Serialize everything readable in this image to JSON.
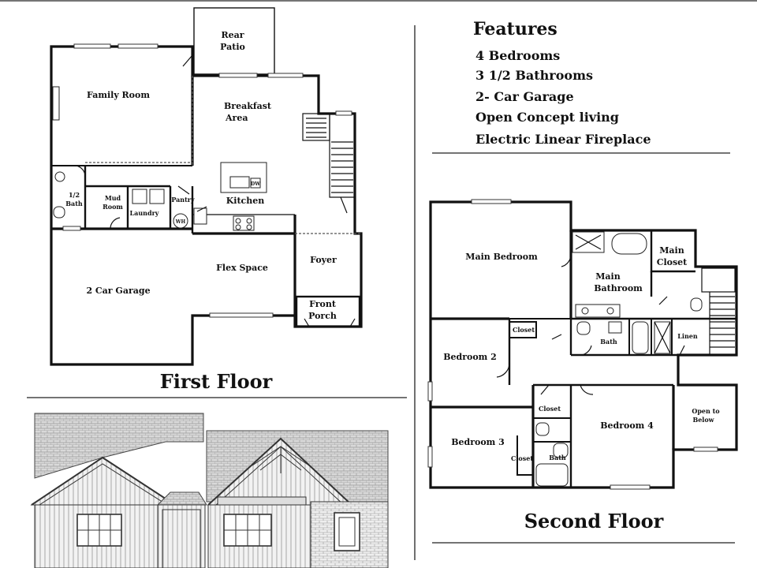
{
  "features": {
    "title": "Features",
    "items": [
      "4 Bedrooms",
      "3 1/2 Bathrooms",
      "2- Car Garage",
      "Open Concept living",
      "Electric Linear Fireplace"
    ]
  },
  "first_floor": {
    "title": "First Floor",
    "rooms": {
      "rear_patio": [
        "Rear",
        "Patio"
      ],
      "family_room": "Family Room",
      "breakfast_area": [
        "Breakfast",
        "Area"
      ],
      "half_bath": [
        "1/2",
        "Bath"
      ],
      "mud_room": [
        "Mud",
        "Room"
      ],
      "laundry": "Laundry",
      "pantry": "Pantry",
      "kitchen": "Kitchen",
      "water_heater": "WH",
      "dishwasher": "DW",
      "garage": "2 Car Garage",
      "flex_space": "Flex Space",
      "foyer": "Foyer",
      "front_porch": [
        "Front",
        "Porch"
      ]
    }
  },
  "second_floor": {
    "title": "Second Floor",
    "rooms": {
      "main_bedroom": "Main Bedroom",
      "main_closet": [
        "Main",
        "Closet"
      ],
      "main_bathroom": [
        "Main",
        "Bathroom"
      ],
      "closet_bed2": "Closet",
      "bath": "Bath",
      "linen": "Linen",
      "bedroom_2": "Bedroom 2",
      "closet_bed4": "Closet",
      "bedroom_4": "Bedroom 4",
      "open_to_below": [
        "Open to",
        "Below"
      ],
      "bedroom_3": "Bedroom 3",
      "closet_bed3": "Closet",
      "bath_2": "Bath"
    }
  }
}
